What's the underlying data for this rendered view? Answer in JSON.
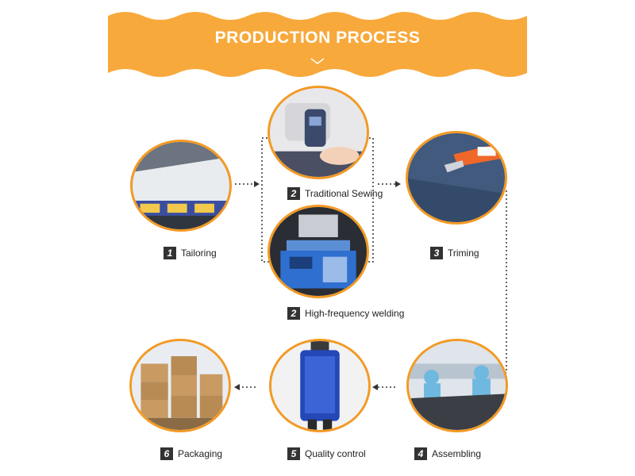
{
  "header": {
    "title": "PRODUCTION PROCESS"
  },
  "colors": {
    "accent": "#f39a24",
    "accent_light": "#f8b04a",
    "text": "#222222"
  },
  "steps": [
    {
      "number": "1",
      "label": "Tailoring",
      "photo": "cutting-table-machine"
    },
    {
      "number": "2",
      "label": "Traditional Sewing",
      "photo": "sewing-machine"
    },
    {
      "number": "2",
      "label": "High-frequency welding",
      "photo": "welding-machine"
    },
    {
      "number": "3",
      "label": "Triming",
      "photo": "scissors-trimming"
    },
    {
      "number": "4",
      "label": "Assembling",
      "photo": "assembly-workers"
    },
    {
      "number": "5",
      "label": "Quality control",
      "photo": "blue-mesh-panel"
    },
    {
      "number": "6",
      "label": "Packaging",
      "photo": "cardboard-boxes"
    }
  ]
}
